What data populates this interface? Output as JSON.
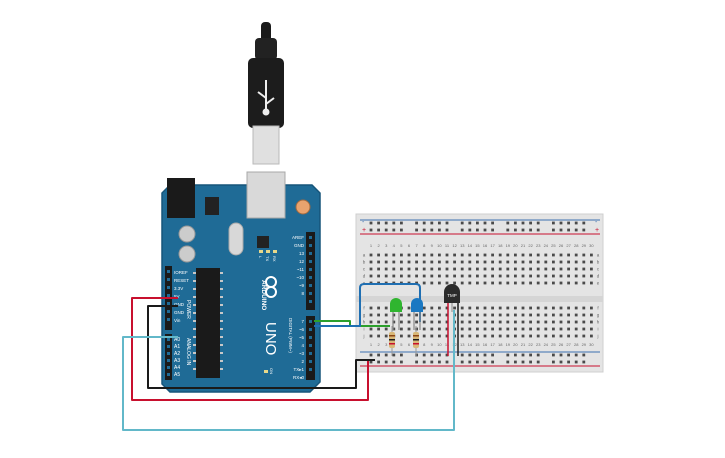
{
  "arduino": {
    "brand": "ARDUINO",
    "model": "UNO",
    "power_header_label": "POWER",
    "analog_header_label": "ANALOG IN",
    "digital_header_label": "DIGITAL (PWM~)",
    "power_pins": [
      "IOREF",
      "RESET",
      "3.3V",
      "5V",
      "GND",
      "GND",
      "Vin"
    ],
    "analog_pins": [
      "A0",
      "A1",
      "A2",
      "A3",
      "A4",
      "A5"
    ],
    "digital_pins": [
      "AREF",
      "GND",
      "13",
      "12",
      "~11",
      "~10",
      "~9",
      "8",
      "7",
      "~6",
      "~5",
      "4",
      "~3",
      "2",
      "TX▸1",
      "RX◂0"
    ],
    "led_labels": [
      "L",
      "TX",
      "RX"
    ],
    "on_label": "ON"
  },
  "breadboard": {
    "column_numbers": [
      "1",
      "2",
      "3",
      "4",
      "5",
      "6",
      "7",
      "8",
      "9",
      "10",
      "11",
      "12",
      "13",
      "14",
      "15",
      "16",
      "17",
      "18",
      "19",
      "20",
      "21",
      "22",
      "23",
      "24",
      "25",
      "26",
      "27",
      "28",
      "29",
      "30"
    ],
    "row_letters_top": [
      "a",
      "b",
      "c",
      "d",
      "e"
    ],
    "row_letters_bottom": [
      "f",
      "g",
      "h",
      "i",
      "j"
    ],
    "rail_plus": "+",
    "rail_minus": "-"
  },
  "sensor": {
    "label": "TMP"
  },
  "leds": [
    {
      "color": "#2fb52f"
    },
    {
      "color": "#1a78c2"
    }
  ],
  "wires": {
    "red": "#c8102e",
    "black": "#1a1a1a",
    "teal": "#62b8c9",
    "green": "#2ca02c",
    "blue": "#1f6fb2"
  },
  "colors": {
    "board_blue": "#1f6b96",
    "board_dark": "#16557a"
  }
}
